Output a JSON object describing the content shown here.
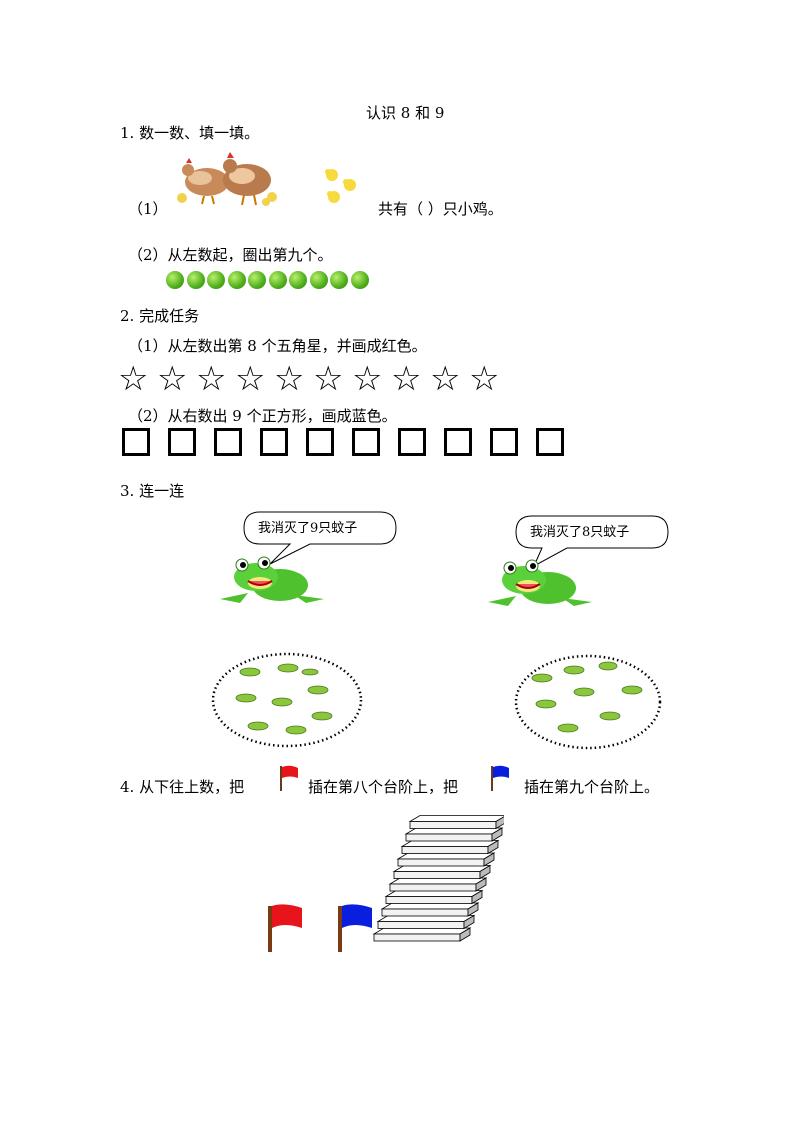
{
  "title": "认识 8 和 9",
  "q1": {
    "heading": "1.  数一数、填一填。",
    "part1_label": "（1）",
    "part1_text": "共有（      ）只小鸡。",
    "part2_text": "（2）从左数起，圈出第九个。",
    "apple_count": 10
  },
  "q2": {
    "heading": "2. 完成任务",
    "part1_text": "（1）从左数出第 8 个五角星，并画成红色。",
    "star_glyph": "☆",
    "star_count": 10,
    "part2_text": "（2）从右数出 9 个正方形，画成蓝色。",
    "square_count": 10
  },
  "q3": {
    "heading": "3. 连一连",
    "frog_left_speech": "我消灭了9只蚊子",
    "frog_right_speech": "我消灭了8只蚊子"
  },
  "q4": {
    "text_part1": "4.  从下往上数，把",
    "text_part2": "插在第八个台阶上，把",
    "text_part3": "插在第九个台阶上。",
    "red_flag_color": "#e8141c",
    "blue_flag_color": "#0a1ee0"
  }
}
